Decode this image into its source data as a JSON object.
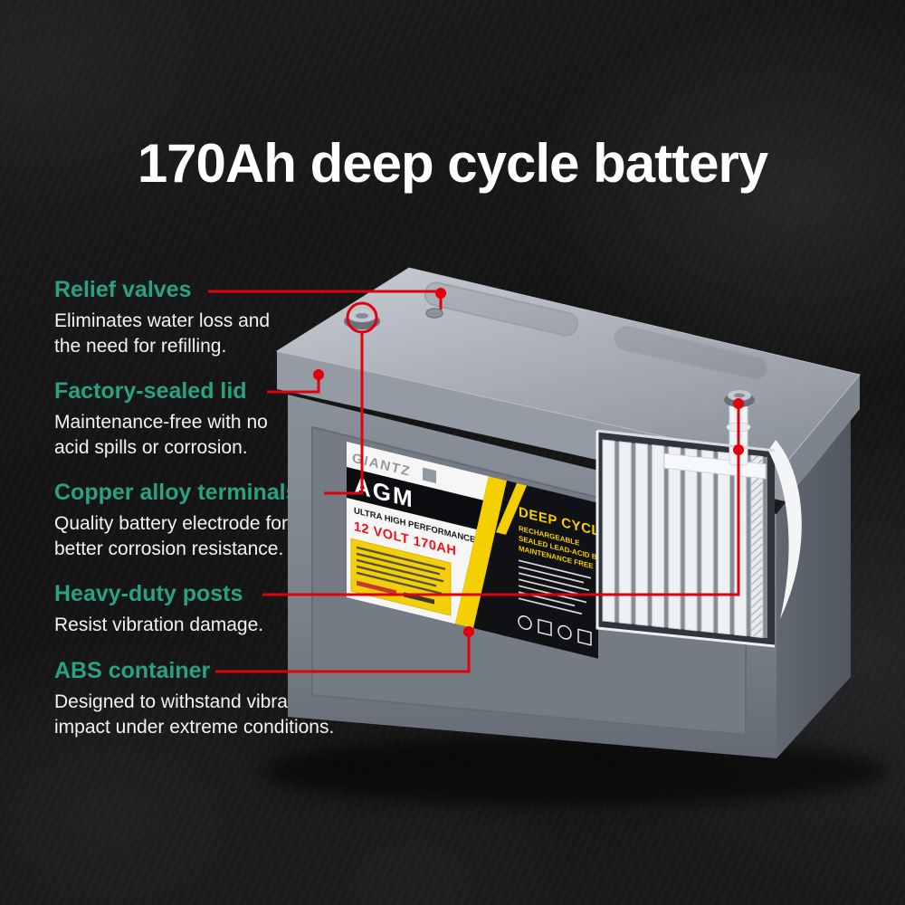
{
  "title": "170Ah deep cycle battery",
  "features": [
    {
      "heading": "Relief valves",
      "body": "Eliminates water loss and the need for refilling."
    },
    {
      "heading": "Factory-sealed lid",
      "body": "Maintenance-free with no acid spills or corrosion."
    },
    {
      "heading": "Copper alloy terminals",
      "body": "Quality battery electrode for better corrosion resistance."
    },
    {
      "heading": "Heavy-duty posts",
      "body": "Resist vibration damage."
    },
    {
      "heading": "ABS container",
      "body": "Designed to withstand vibration and impact under extreme conditions."
    }
  ],
  "battery": {
    "brand": "GIANTZ",
    "type": "AGM",
    "subtitle": "ULTRA HIGH PERFORMANCE",
    "spec": "12 VOLT 170AH",
    "panel_title": "DEEP CYCLE",
    "panel_lines": [
      "RECHARGEABLE",
      "SEALED LEAD-ACID BA",
      "MAINTENANCE FREE"
    ]
  },
  "colors": {
    "accent_red": "#e2000b",
    "heading_teal": "#2aa182",
    "label_yellow": "#f5d000",
    "spec_red": "#e8131d",
    "body_grey": "#7b818b"
  }
}
